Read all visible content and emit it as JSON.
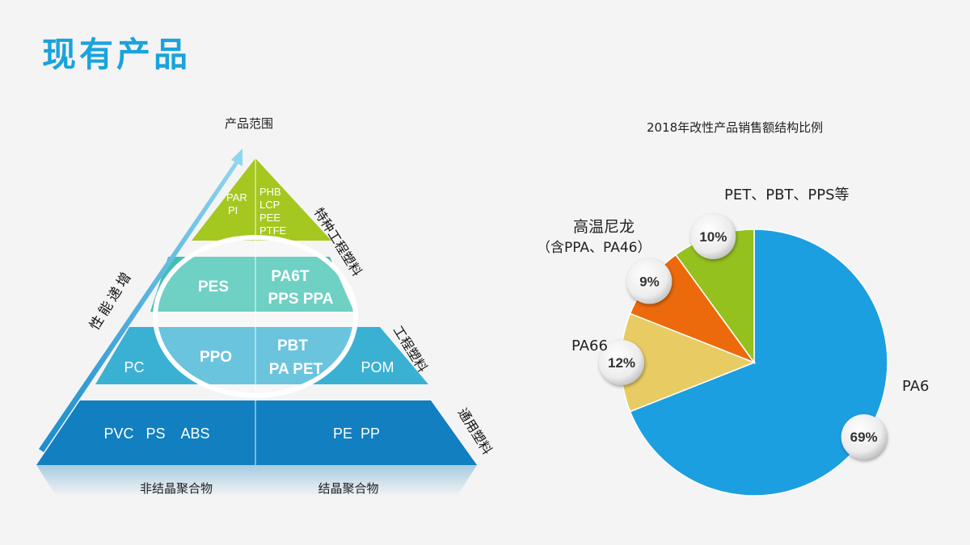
{
  "page_title": "现有产品",
  "pyramid": {
    "top_label": "产品范围",
    "axis_label": "性能递增",
    "tiers": {
      "special": {
        "side_label": "特种工程塑料",
        "left": [
          "PAR",
          "PI"
        ],
        "right": [
          "PHB",
          "LCP",
          "PEE",
          "PTFE"
        ]
      },
      "engineering_high": {
        "left": "PES",
        "right": [
          "PA6T",
          "PPS  PPA"
        ]
      },
      "engineering": {
        "side_label": "工程塑料",
        "outer_left": "PC",
        "inner_left": "PPO",
        "inner_right": [
          "PBT",
          "PA PET"
        ],
        "outer_right": "POM"
      },
      "general": {
        "side_label": "通用塑料",
        "left": "PVC   PS    ABS",
        "right": "PE  PP"
      }
    },
    "bottom_labels": {
      "left": "非结晶聚合物",
      "right": "结晶聚合物"
    }
  },
  "chart_data": {
    "type": "pie",
    "title": "2018年改性产品销售额结构比例",
    "categories": [
      "PA6",
      "PA66",
      "高温尼龙（含PPA、PA46）",
      "PET、PBT、PPS等"
    ],
    "values": [
      69,
      12,
      9,
      10
    ],
    "value_labels": [
      "69%",
      "12%",
      "9%",
      "10%"
    ],
    "colors": [
      "#1b9fe0",
      "#e8cc63",
      "#ec6a0c",
      "#95c11f"
    ],
    "start_angle_deg": 0,
    "direction": "clockwise"
  },
  "pie_labels": {
    "pa6": "PA6",
    "pa66": "PA66",
    "ht_line1": "高温尼龙",
    "ht_line2": "（含PPA、PA46）",
    "others": "PET、PBT、PPS等"
  }
}
